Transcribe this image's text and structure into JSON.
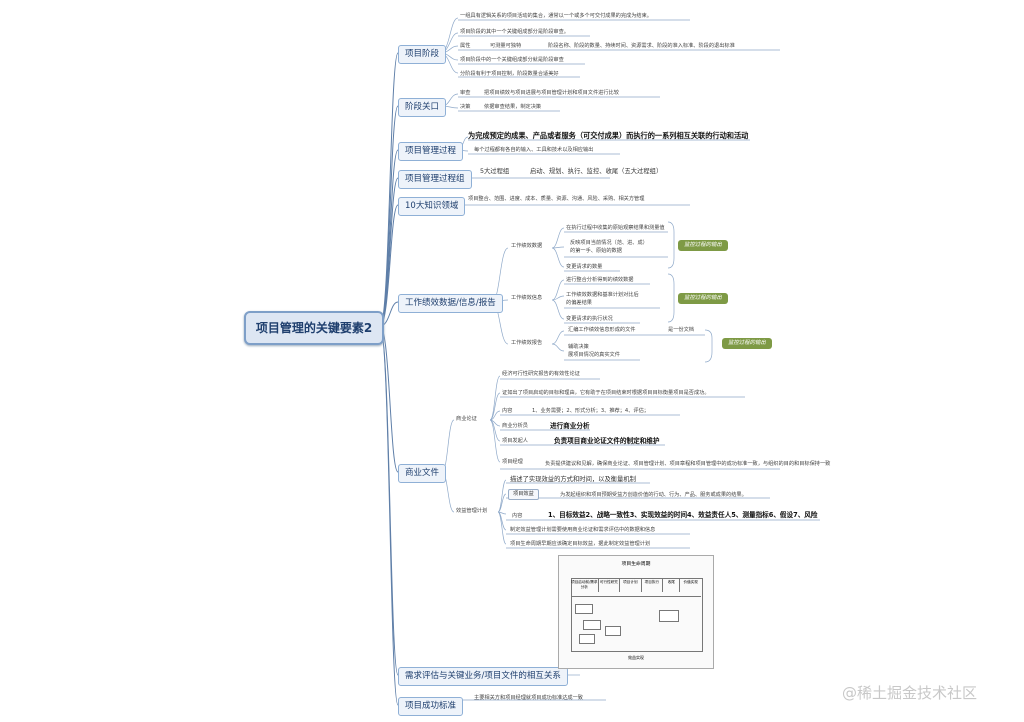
{
  "root": "项目管理的关键要素2",
  "branches": {
    "b1": "项目阶段",
    "b2": "阶段关口",
    "b3": "项目管理过程",
    "b4": "项目管理过程组",
    "b5": "10大知识领域",
    "b6": "工作绩效数据/信息/报告",
    "b7": "商业文件",
    "b8": "需求评估与关键业务/项目文件的相互关系",
    "b9": "项目成功标准"
  },
  "phase": {
    "l1": "一组具有逻辑关系的项目活动的集合，通常以一个或多个可交付成果的完成为结束。",
    "l2": "项目阶段的其中一个关键组成部分是阶段审查。",
    "attr": "属性",
    "named": "可测量可独特",
    "attrs": "阶段名称、阶段的数量、持续时间、资源需求、阶段的准入标准、阶段的退出标准",
    "l4": "项目阶段中的一个关键组成部分就是阶段审查",
    "l5": "分阶段有利于项目控制，阶段数量合适美好"
  },
  "gate": {
    "review": "审查",
    "review_text": "把项目绩效与项目进展与项目管理计划和项目文件进行比较",
    "decide": "决策",
    "decide_text": "依据审查结果，制定决策"
  },
  "process": {
    "main": "为完成预定的成果、产品或者服务（可交付成果）而执行的一系列相互关联的行动和活动",
    "sub": "每个过程都有各自的输入、工具和技术以及相应输出"
  },
  "group": {
    "five": "5大过程组",
    "list": "启动、规划、执行、监控、收尾（五大过程组）"
  },
  "ka": {
    "list": "项目整合、范围、进度、成本、质量、资源、沟通、风险、采购、相关方管理"
  },
  "wp": {
    "data": "工作绩效数据",
    "data1": "在执行过程中收集的原始观察结果和测量值",
    "data2a": "反映项目当前情况（范、进、成）",
    "data2b": "的第一手、原始的数据",
    "data3": "变更请求的数量",
    "info": "工作绩效信息",
    "info1": "进行整合分析得到的绩效数据",
    "info2a": "工作绩效数据和基准计划对比后",
    "info2b": "的偏差结果",
    "info3": "变更请求的执行状况",
    "report": "工作绩效报告",
    "rep1": "汇编工作绩效信息形成的文件",
    "rep1r": "是一份文档",
    "rep2a": "辅助决策",
    "rep2b": "展项目情况的真实文件",
    "pill1": "监控过程的输出",
    "pill2": "监控过程的输出",
    "pill3": "监控过程的输出"
  },
  "biz": {
    "case": "商业论证",
    "c1": "经济可行性研究报告的有效性论证",
    "c2": "证如出了项目启动的目标和理由，它有助于在项目结束时根据项目目标衡量项目是否成功。",
    "content": "内容",
    "content_list": "1、业务需要；2、形式分析；3、推荐；4、评估；",
    "analyst": "商业分析员",
    "analyst_text": "进行商业分析",
    "sponsor": "项目发起人",
    "sponsor_text": "负责项目商业论证文件的制定和维护",
    "pm": "项目经理",
    "pm_text": "负责提供建议和见解，确保商业论证、项目管理计划、项目章程和项目管理中的成功标准一致，与组织的目的和目标保持一致",
    "plan": "效益管理计划",
    "p1": "描述了实现效益的方式和时间，以及衡量机制",
    "benefit": "项目效益",
    "benefit_text": "为发起组织和项目预期受益方创造价值的行动、行为、产品、服务或成果的结果。",
    "pcontent": "内容",
    "pcontent_list": "1、目标效益2、战略一致性3、实现效益的时间4、效益责任人5、测量指标6、假设7、风险",
    "p3": "制定效益管理计划需要使用商业论证和需求评估中的数据和信息",
    "p4": "项目生命周期早期应该确定目标效益，据此制定效益管理计划"
  },
  "fig": {
    "title": "项目生命周期",
    "cols": [
      "项目启动前/需求分析",
      "可行性研究",
      "项目计划",
      "项目执行",
      "收尾",
      "价值实现"
    ],
    "bottom": "效益实现"
  },
  "success": {
    "text": "主要相关方和项目经理就项目成功标准达成一致"
  },
  "watermark": "@稀土掘金技术社区"
}
